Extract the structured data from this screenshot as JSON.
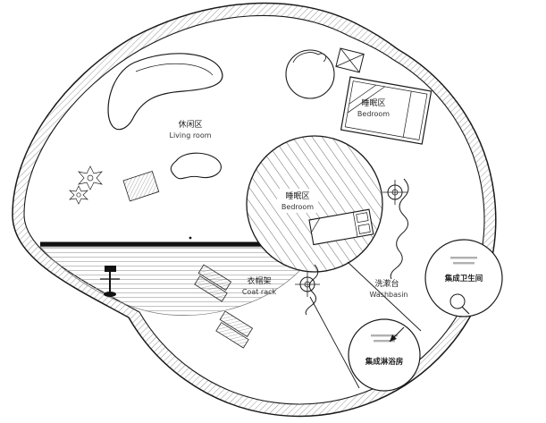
{
  "labels": {
    "living": {
      "zh": "休闲区",
      "en": "Living room"
    },
    "bedroom_top": {
      "zh": "睡眠区",
      "en": "Bedroom"
    },
    "bedroom_center": {
      "zh": "睡眠区",
      "en": "Bedroom"
    },
    "coat_rack": {
      "zh": "衣帽架",
      "en": "Coat rack"
    },
    "washbasin": {
      "zh": "洗漱台",
      "en": "Washbasin"
    },
    "bathroom_pod": {
      "zh": "集成卫生间"
    },
    "shower_pod": {
      "zh": "集成淋浴房"
    }
  },
  "colors": {
    "line": "#1a1a1a",
    "wall_hatch": "#6a6a6a",
    "deck_hatch": "#9a9a9a",
    "stripe": "#444444",
    "background": "#ffffff"
  }
}
